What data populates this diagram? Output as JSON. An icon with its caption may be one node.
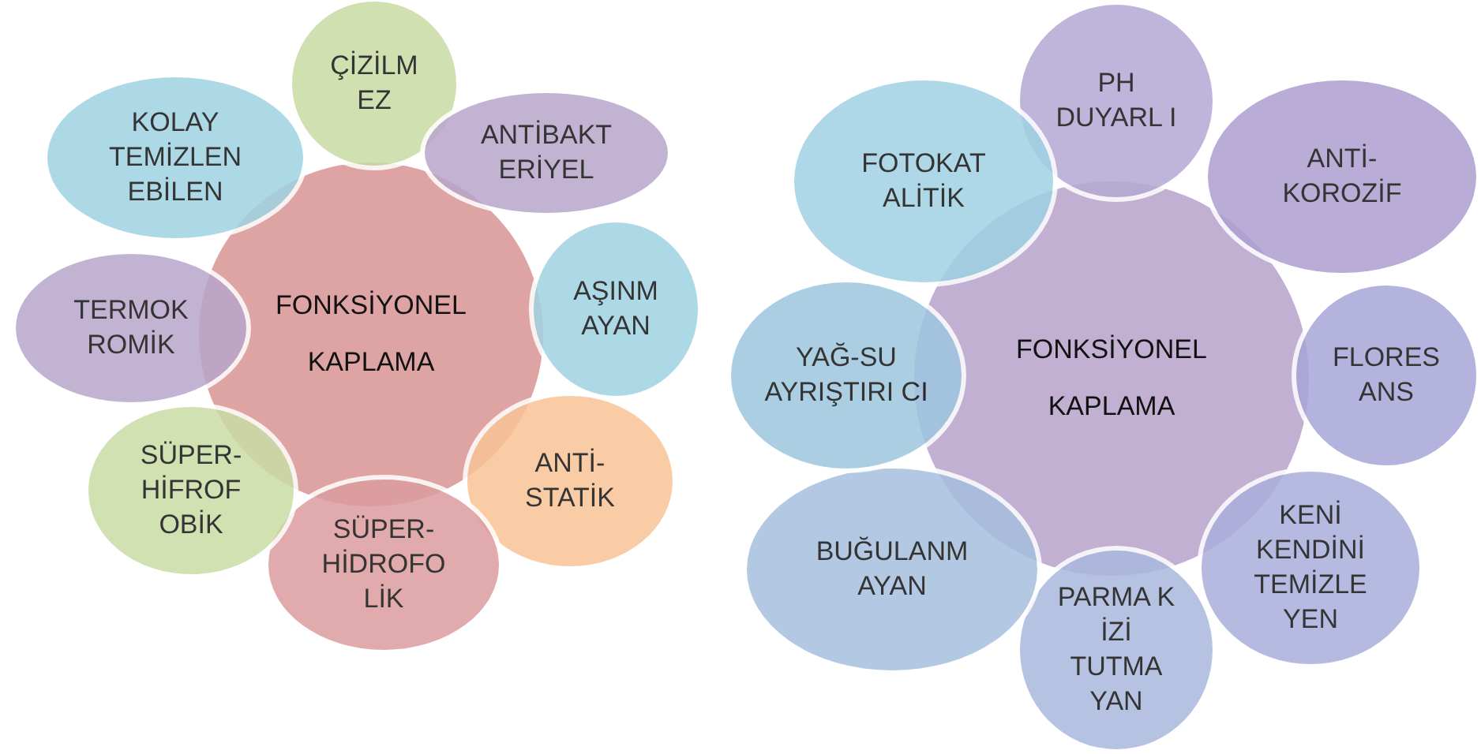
{
  "diagram": {
    "nodes": [
      {
        "text": [
          "FONKSİYONEL KAPLAMA"
        ]
      },
      {
        "text": [
          "ÇİZİLM EZ"
        ]
      },
      {
        "text": [
          "ANTİBAKT ERİYEL"
        ]
      },
      {
        "text": [
          "AŞINM AYAN"
        ]
      },
      {
        "text": [
          "ANTİ- STATİK"
        ]
      },
      {
        "text": [
          "SÜPER- HİDROFO LİK"
        ]
      },
      {
        "text": [
          "SÜPER- HİFROF OBİK"
        ]
      },
      {
        "text": [
          "TERMOK ROMİK"
        ]
      },
      {
        "text": [
          "KOLAY TEMİZLEN EBİLEN"
        ]
      },
      {
        "text": [
          "FONKSİYONEL KAPLAMA"
        ]
      },
      {
        "text": [
          "PH DUYARL I"
        ]
      },
      {
        "text": [
          "ANTİ- KOROZİF"
        ]
      },
      {
        "text": [
          "FLORES ANS"
        ]
      },
      {
        "text": [
          "KENİ KENDİNİ TEMİZLE YEN"
        ]
      },
      {
        "text": [
          "PARMA K İZİ TUTMA YAN"
        ]
      },
      {
        "text": [
          "BUĞULANM AYAN"
        ]
      },
      {
        "text": [
          "YAĞ-SU AYRIŞTIRI CI"
        ]
      },
      {
        "text": [
          "FOTOKAT ALİTİK"
        ]
      }
    ]
  }
}
